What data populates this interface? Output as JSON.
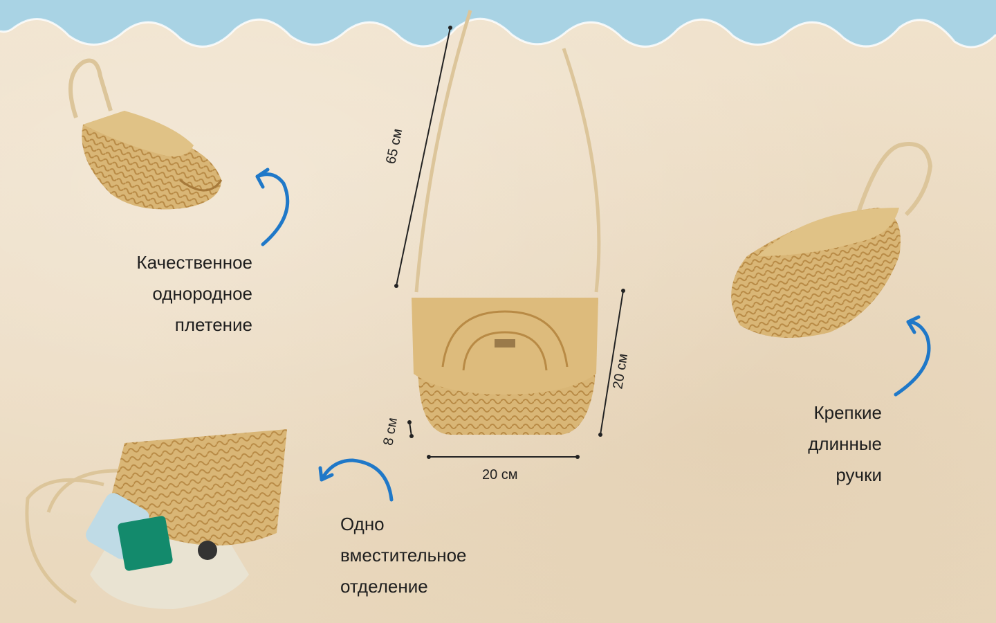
{
  "features": {
    "weave": [
      "Качественное",
      "однородное",
      "плетение"
    ],
    "handles": [
      "Крепкие",
      "длинные",
      "ручки"
    ],
    "compartment": [
      "Одно",
      "вместительное",
      "отделение"
    ]
  },
  "dimensions": {
    "strap": "65  см",
    "height": "20 см",
    "width": "20 см",
    "depth": "8 см"
  },
  "colors": {
    "sky": "#a9d3e4",
    "sand": "#efe0c9",
    "arrow": "#1f78c8",
    "straw": "#d7b475",
    "straw_dark": "#b88a45",
    "lining": "#e9e3d2"
  },
  "icons": [
    "curved-arrow-icon",
    "curved-arrow-icon",
    "curved-arrow-icon"
  ]
}
